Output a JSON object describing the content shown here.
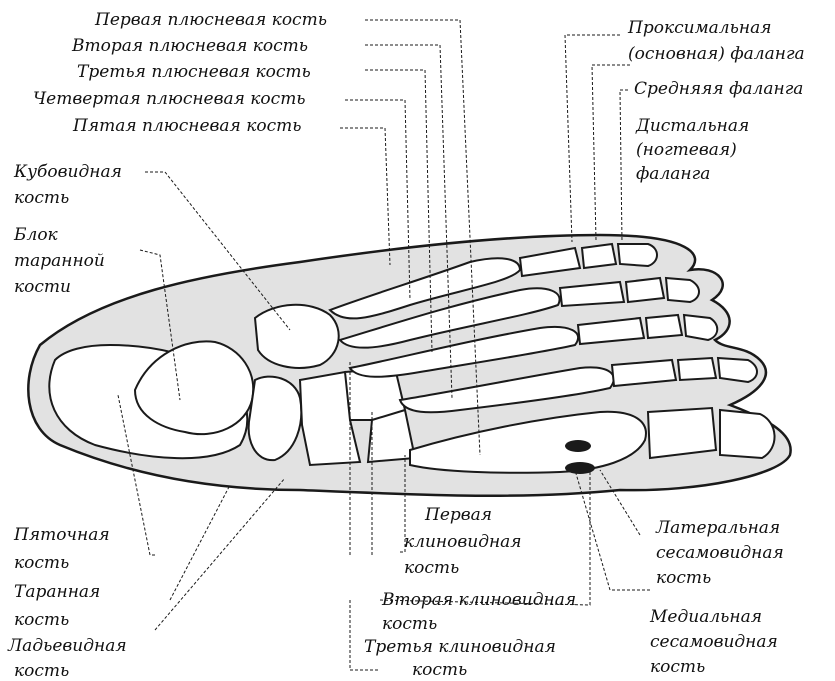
{
  "labels": {
    "first_metatarsal": "Первая плюсневая кость",
    "second_metatarsal": "Вторая плюсневая кость",
    "third_metatarsal": "Третья плюсневая кость",
    "fourth_metatarsal": "Четвертая плюсневая кость",
    "fifth_metatarsal": "Пятая плюсневая кость",
    "cuboid": [
      "Кубовидная",
      "кость"
    ],
    "talus_trochlea": [
      "Блок",
      "таранной",
      "кости"
    ],
    "calcaneus": [
      "Пяточная",
      "кость"
    ],
    "talus": [
      "Таранная",
      "кость"
    ],
    "navicular": [
      "Ладьевидная",
      "кость"
    ],
    "proximal_phalanx": [
      "Проксимальная",
      "(основная) фаланга"
    ],
    "middle_phalanx": "Средняяя фаланга",
    "distal_phalanx": [
      "Дистальная",
      "(ногтевая)",
      "фаланга"
    ],
    "first_cuneiform": [
      "Первая",
      "клиновидная",
      "кость"
    ],
    "second_cuneiform": [
      "Вторая клиновидная",
      "кость"
    ],
    "third_cuneiform": [
      "Третья клиновидная",
      "кость"
    ],
    "lateral_sesamoid": [
      "Латеральная",
      "сесамовидная",
      "кость"
    ],
    "medial_sesamoid": [
      "Медиальная",
      "сесамовидная",
      "кость"
    ]
  },
  "colors": {
    "line": "#1a1a1a",
    "fill": "#ffffff",
    "soft_tissue": "#e2e2e2"
  }
}
